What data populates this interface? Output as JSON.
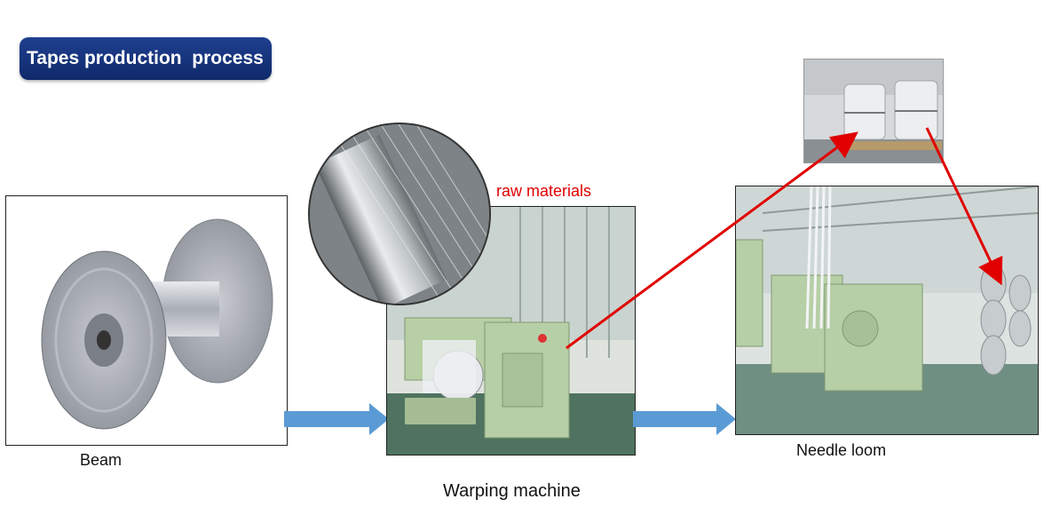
{
  "title": "Tapes production  process",
  "labels": {
    "beam": "Beam",
    "raw_materials": "raw materials",
    "warping_machine": "Warping machine",
    "needle_loom": "Needle loom"
  },
  "colors": {
    "title_bg": "#14337d",
    "arrow_blue": "#5b9bd5",
    "arrow_red": "#e00000",
    "machine_green": "#b7cfa7"
  }
}
